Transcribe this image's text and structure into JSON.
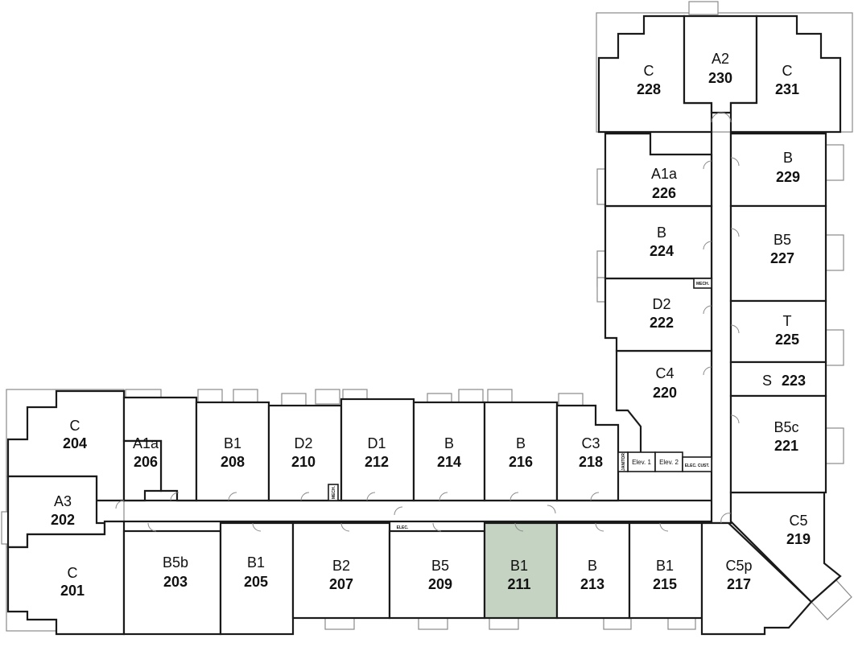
{
  "units": [
    {
      "type": "C",
      "number": "204",
      "highlight": false
    },
    {
      "type": "A1a",
      "number": "206",
      "highlight": false
    },
    {
      "type": "B1",
      "number": "208",
      "highlight": false
    },
    {
      "type": "D2",
      "number": "210",
      "highlight": false
    },
    {
      "type": "D1",
      "number": "212",
      "highlight": false
    },
    {
      "type": "B",
      "number": "214",
      "highlight": false
    },
    {
      "type": "B",
      "number": "216",
      "highlight": false
    },
    {
      "type": "C3",
      "number": "218",
      "highlight": false
    },
    {
      "type": "A3",
      "number": "202",
      "highlight": false
    },
    {
      "type": "C",
      "number": "201",
      "highlight": false
    },
    {
      "type": "B5b",
      "number": "203",
      "highlight": false
    },
    {
      "type": "B1",
      "number": "205",
      "highlight": false
    },
    {
      "type": "B2",
      "number": "207",
      "highlight": false
    },
    {
      "type": "B5",
      "number": "209",
      "highlight": false
    },
    {
      "type": "B1",
      "number": "211",
      "highlight": true
    },
    {
      "type": "B",
      "number": "213",
      "highlight": false
    },
    {
      "type": "B1",
      "number": "215",
      "highlight": false
    },
    {
      "type": "C5p",
      "number": "217",
      "highlight": false
    },
    {
      "type": "C5",
      "number": "219",
      "highlight": false
    },
    {
      "type": "C4",
      "number": "220",
      "highlight": false
    },
    {
      "type": "B5c",
      "number": "221",
      "highlight": false
    },
    {
      "type": "D2",
      "number": "222",
      "highlight": false
    },
    {
      "type": "S",
      "number": "223",
      "highlight": false
    },
    {
      "type": "B",
      "number": "224",
      "highlight": false
    },
    {
      "type": "T",
      "number": "225",
      "highlight": false
    },
    {
      "type": "A1a",
      "number": "226",
      "highlight": false
    },
    {
      "type": "B5",
      "number": "227",
      "highlight": false
    },
    {
      "type": "C",
      "number": "228",
      "highlight": false
    },
    {
      "type": "B",
      "number": "229",
      "highlight": false
    },
    {
      "type": "A2",
      "number": "230",
      "highlight": false
    },
    {
      "type": "C",
      "number": "231",
      "highlight": false
    }
  ],
  "utility_labels": {
    "elev1": "Elev. 1",
    "elev2": "Elev. 2",
    "elec_main": "ELEC.",
    "elec_cust": "ELEC. CUST.",
    "mech": "MECH.",
    "mech_small": "MECH.",
    "janitor": "JANITOR"
  },
  "colors": {
    "highlight": "#c5d3c2",
    "walls": "#1a1a1a",
    "balcony": "#8a8a8a"
  }
}
